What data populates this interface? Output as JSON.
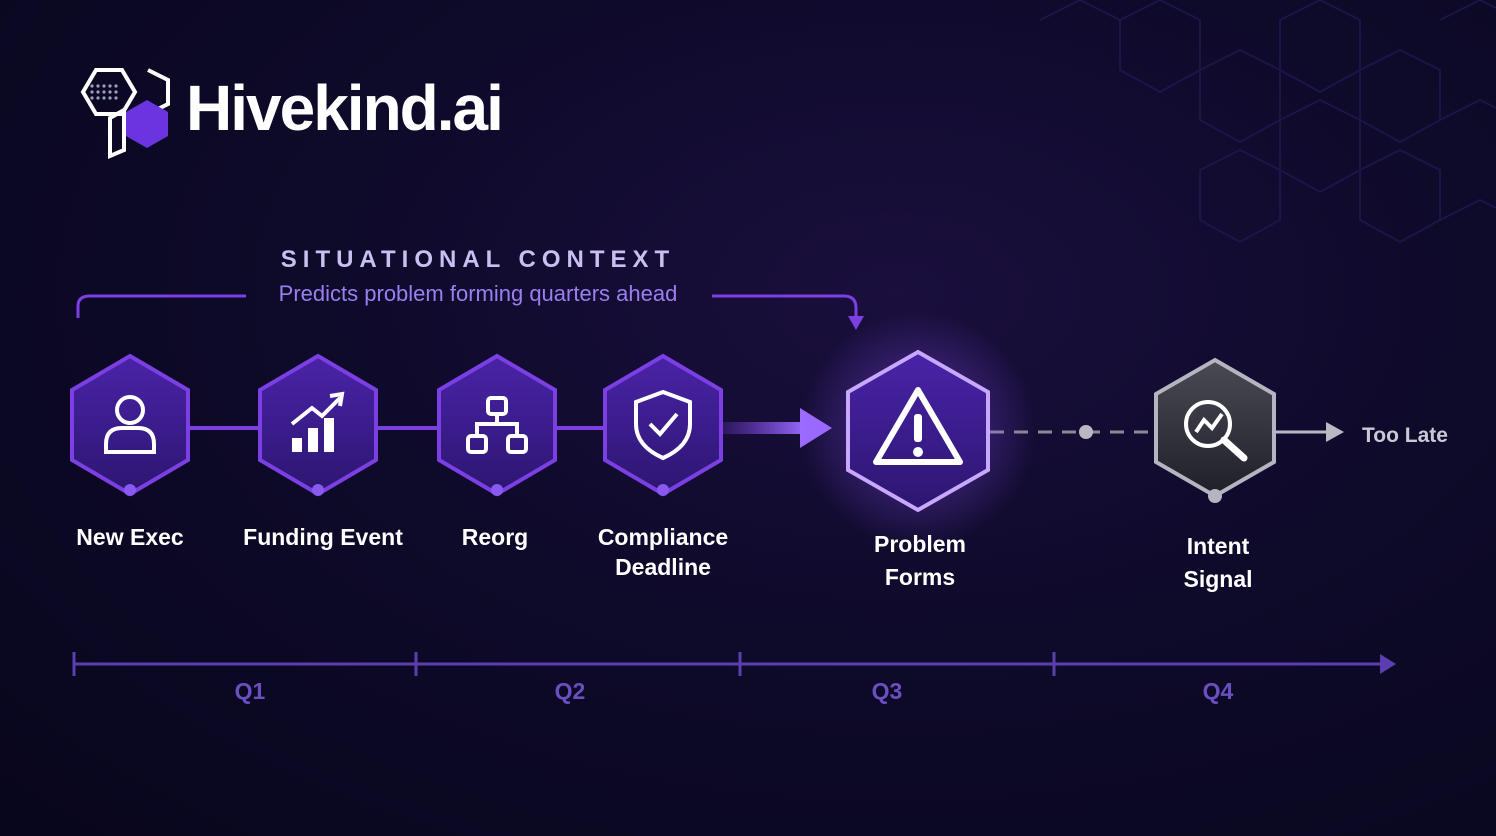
{
  "brand": {
    "name": "Hivekind.ai"
  },
  "context": {
    "title": "SITUATIONAL CONTEXT",
    "subtitle": "Predicts problem forming quarters ahead"
  },
  "nodes": [
    {
      "label": "New Exec",
      "icon": "person-icon"
    },
    {
      "label": "Funding Event",
      "icon": "growth-chart-icon"
    },
    {
      "label": "Reorg",
      "icon": "org-chart-icon"
    },
    {
      "label": "Compliance\nDeadline",
      "icon": "shield-check-icon"
    },
    {
      "label": "Problem\nForms",
      "icon": "warning-icon"
    },
    {
      "label": "Intent\nSignal",
      "icon": "magnify-trend-icon"
    }
  ],
  "end_label": "Too Late",
  "timeline": {
    "quarters": [
      "Q1",
      "Q2",
      "Q3",
      "Q4"
    ]
  },
  "colors": {
    "accent": "#7b3fe4",
    "accent_light": "#9b6bff",
    "hex_fill": "#3a1f8a",
    "gray": "#9a9aa6",
    "timeline": "#5b3fb0"
  }
}
